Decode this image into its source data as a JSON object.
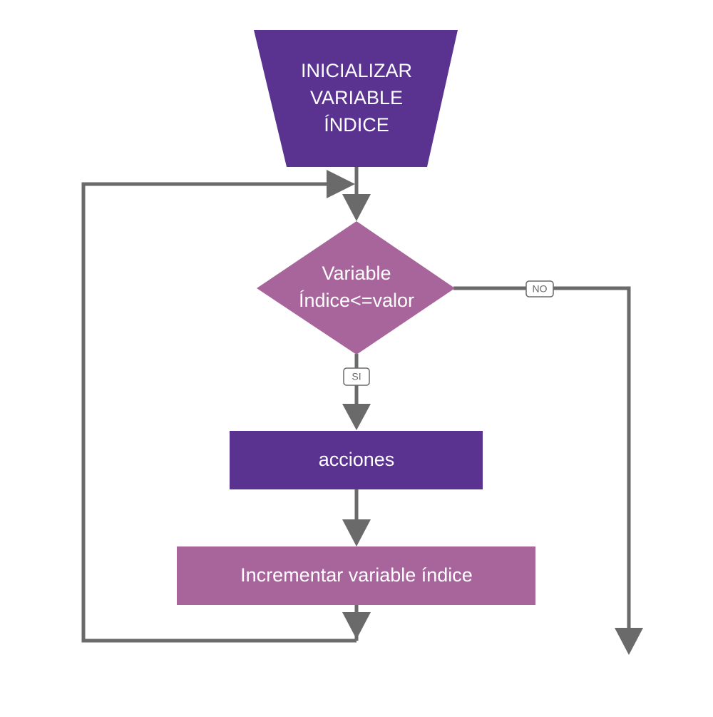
{
  "colors": {
    "dark_purple": "#5a3391",
    "light_purple": "#a8659c",
    "connector": "#6a6a6a",
    "label_box_border": "#6a6a6a",
    "label_box_fill": "#ffffff"
  },
  "nodes": {
    "init": {
      "shape": "trapezoid",
      "lines": [
        "INICIALIZAR",
        "VARIABLE",
        "ÍNDICE"
      ]
    },
    "decision": {
      "shape": "diamond",
      "lines": [
        "Variable",
        "Índice<=valor"
      ]
    },
    "actions": {
      "shape": "rectangle",
      "label": "acciones"
    },
    "increment": {
      "shape": "rectangle",
      "label": "Incrementar variable índice"
    }
  },
  "edges": {
    "no_label": "NO",
    "si_label": "SI"
  }
}
